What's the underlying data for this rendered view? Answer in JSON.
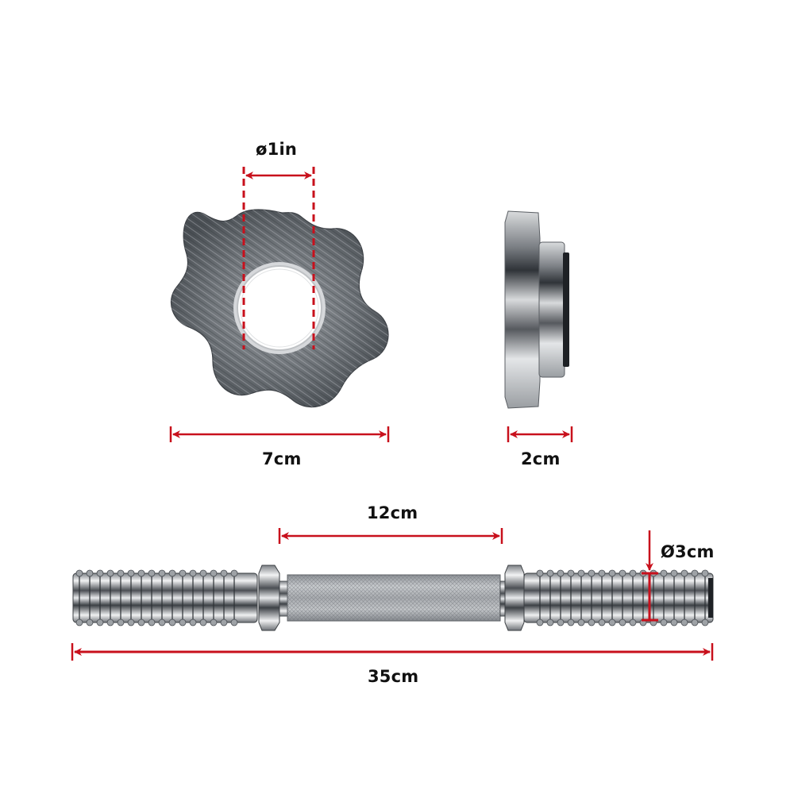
{
  "accent_color": "#c8101c",
  "collar_front": {
    "inner_diameter_label": "ø1in",
    "width_label": "7cm"
  },
  "collar_side": {
    "thickness_label": "2cm"
  },
  "dumbbell_bar": {
    "handle_length_label": "12cm",
    "bar_diameter_label": "Ø3cm",
    "total_length_label": "35cm"
  }
}
